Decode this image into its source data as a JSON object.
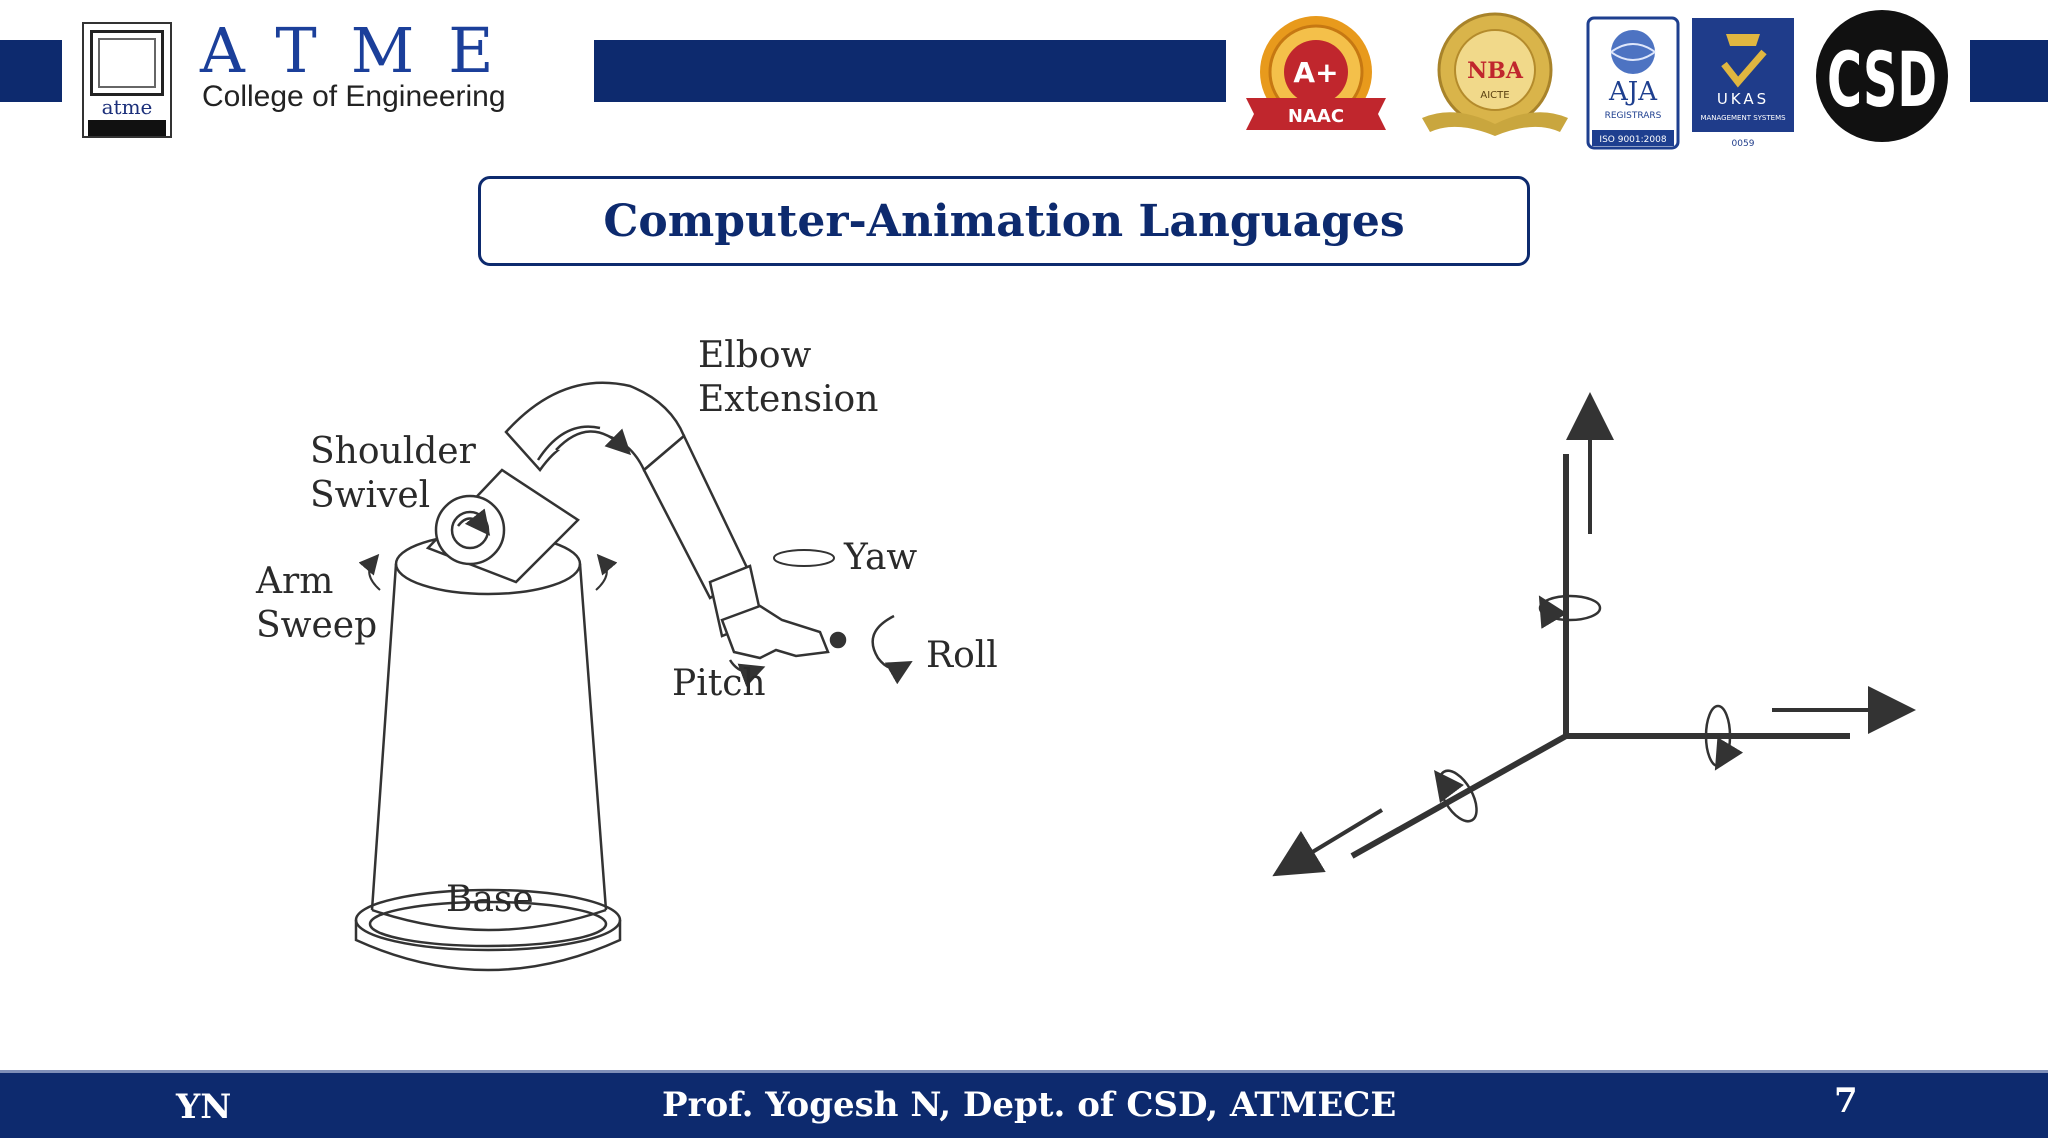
{
  "header": {
    "logo_text": "atme",
    "college_abbr": "ATME",
    "college_name": "College of Engineering",
    "badges": {
      "naac_grade": "A+",
      "naac_name": "NAAC",
      "nba_name": "NBA",
      "nba_sub": "AICTE",
      "aja_name": "AJA",
      "aja_sub": "REGISTRARS",
      "aja_iso": "ISO 9001:2008",
      "ukas_name": "UKAS",
      "ukas_sub": "MANAGEMENT SYSTEMS",
      "ukas_code": "0059",
      "dept_logo": "CSD"
    }
  },
  "title": "Computer-Animation Languages",
  "robot_diagram": {
    "labels": {
      "elbow": "Elbow",
      "extension": "Extension",
      "shoulder": "Shoulder",
      "swivel": "Swivel",
      "arm": "Arm",
      "sweep": "Sweep",
      "yaw": "Yaw",
      "roll": "Roll",
      "pitch": "Pitch",
      "base": "Base"
    }
  },
  "footer": {
    "initials": "YN",
    "author": "Prof. Yogesh N, Dept. of CSD, ATMECE",
    "page_number": "7"
  },
  "colors": {
    "navy": "#0d2a6e",
    "title_text": "#0d2a6e",
    "white": "#ffffff"
  }
}
